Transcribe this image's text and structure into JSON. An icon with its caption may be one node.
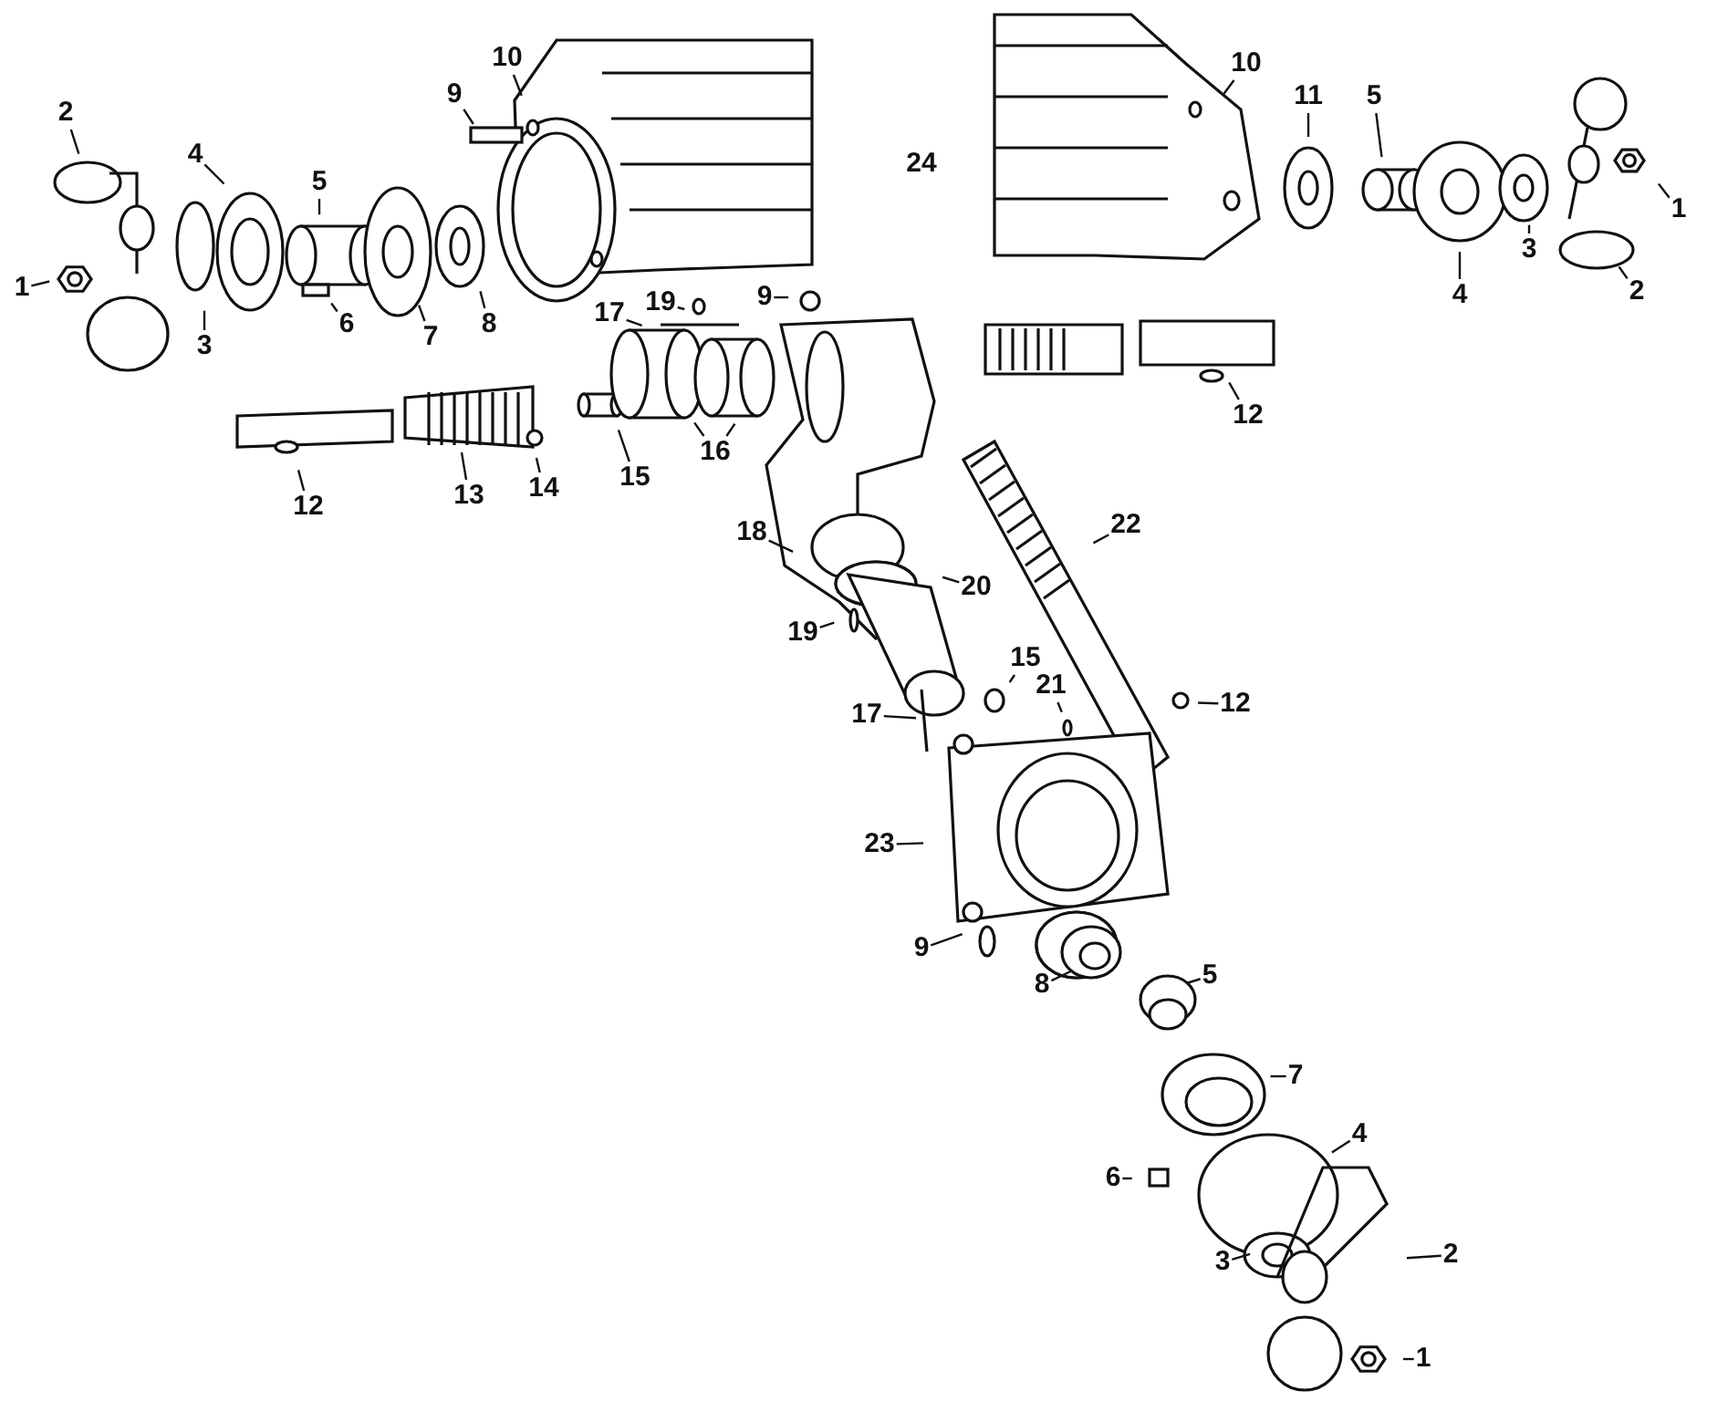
{
  "diagram": {
    "nodes": [
      {
        "text": [
          "1"
        ]
      },
      {
        "text": [
          "2"
        ]
      },
      {
        "text": [
          "4"
        ]
      },
      {
        "text": [
          "5"
        ]
      },
      {
        "text": [
          "9"
        ]
      },
      {
        "text": [
          "10"
        ]
      },
      {
        "text": [
          "10"
        ]
      },
      {
        "text": [
          "11"
        ]
      },
      {
        "text": [
          "5"
        ]
      },
      {
        "text": [
          "1"
        ]
      },
      {
        "text": [
          "3"
        ]
      },
      {
        "text": [
          "6"
        ]
      },
      {
        "text": [
          "7"
        ]
      },
      {
        "text": [
          "8"
        ]
      },
      {
        "text": [
          "19"
        ]
      },
      {
        "text": [
          "9"
        ]
      },
      {
        "text": [
          "3"
        ]
      },
      {
        "text": [
          "4"
        ]
      },
      {
        "text": [
          "2"
        ]
      },
      {
        "text": [
          "17"
        ]
      },
      {
        "text": [
          "12"
        ]
      },
      {
        "text": [
          "15"
        ]
      },
      {
        "text": [
          "16"
        ]
      },
      {
        "text": [
          "13"
        ]
      },
      {
        "text": [
          "14"
        ]
      },
      {
        "text": [
          "12"
        ]
      },
      {
        "text": [
          "18"
        ]
      },
      {
        "text": [
          "22"
        ]
      },
      {
        "text": [
          "20"
        ]
      },
      {
        "text": [
          "19"
        ]
      },
      {
        "text": [
          "15"
        ]
      },
      {
        "text": [
          "21"
        ]
      },
      {
        "text": [
          "12"
        ]
      },
      {
        "text": [
          "17"
        ]
      },
      {
        "text": [
          "23"
        ]
      },
      {
        "text": [
          "9"
        ]
      },
      {
        "text": [
          "8"
        ]
      },
      {
        "text": [
          "5"
        ]
      },
      {
        "text": [
          "7"
        ]
      },
      {
        "text": [
          "6"
        ]
      },
      {
        "text": [
          "4"
        ]
      },
      {
        "text": [
          "2"
        ]
      },
      {
        "text": [
          "3"
        ]
      },
      {
        "text": [
          "1"
        ]
      }
    ],
    "edges": [
      {
        "from": 0,
        "to": null,
        "arrow": "none"
      },
      {
        "from": 1,
        "to": null,
        "arrow": "none"
      },
      {
        "from": 2,
        "to": null,
        "arrow": "none"
      },
      {
        "from": 3,
        "to": null,
        "arrow": "none"
      },
      {
        "from": 4,
        "to": null,
        "arrow": "none"
      },
      {
        "from": 5,
        "to": null,
        "arrow": "none"
      },
      {
        "from": 6,
        "to": null,
        "arrow": "none"
      },
      {
        "from": 7,
        "to": null,
        "arrow": "none"
      },
      {
        "from": 8,
        "to": null,
        "arrow": "none"
      },
      {
        "from": 9,
        "to": null,
        "arrow": "none"
      },
      {
        "from": 10,
        "to": null,
        "arrow": "none"
      },
      {
        "from": 11,
        "to": null,
        "arrow": "none"
      },
      {
        "from": 12,
        "to": null,
        "arrow": "none"
      },
      {
        "from": 13,
        "to": null,
        "arrow": "none"
      },
      {
        "from": 14,
        "to": null,
        "arrow": "none"
      },
      {
        "from": 15,
        "to": null,
        "arrow": "none"
      },
      {
        "from": 16,
        "to": null,
        "arrow": "none"
      },
      {
        "from": 17,
        "to": null,
        "arrow": "none"
      },
      {
        "from": 18,
        "to": null,
        "arrow": "none"
      },
      {
        "from": 19,
        "to": null,
        "arrow": "none"
      },
      {
        "from": 20,
        "to": null,
        "arrow": "none"
      },
      {
        "from": 21,
        "to": null,
        "arrow": "none"
      },
      {
        "from": 22,
        "to": null,
        "arrow": "none"
      },
      {
        "from": 22,
        "to": null,
        "arrow": "none"
      },
      {
        "from": 23,
        "to": null,
        "arrow": "none"
      },
      {
        "from": 24,
        "to": null,
        "arrow": "none"
      },
      {
        "from": 25,
        "to": null,
        "arrow": "none"
      },
      {
        "from": 26,
        "to": null,
        "arrow": "none"
      },
      {
        "from": 27,
        "to": null,
        "arrow": "none"
      },
      {
        "from": 28,
        "to": null,
        "arrow": "none"
      },
      {
        "from": 29,
        "to": null,
        "arrow": "none"
      },
      {
        "from": 30,
        "to": null,
        "arrow": "none"
      },
      {
        "from": 31,
        "to": null,
        "arrow": "none"
      },
      {
        "from": 32,
        "to": null,
        "arrow": "none"
      },
      {
        "from": 33,
        "to": null,
        "arrow": "none"
      },
      {
        "from": 34,
        "to": null,
        "arrow": "none"
      },
      {
        "from": 35,
        "to": null,
        "arrow": "none"
      },
      {
        "from": 36,
        "to": null,
        "arrow": "none"
      },
      {
        "from": 37,
        "to": null,
        "arrow": "none"
      },
      {
        "from": 38,
        "to": null,
        "arrow": "none"
      },
      {
        "from": 39,
        "to": null,
        "arrow": "none"
      },
      {
        "from": 40,
        "to": null,
        "arrow": "none"
      },
      {
        "from": 41,
        "to": null,
        "arrow": "none"
      },
      {
        "from": 42,
        "to": null,
        "arrow": "none"
      },
      {
        "from": 43,
        "to": null,
        "arrow": "none"
      }
    ],
    "labels": [
      "24"
    ]
  }
}
